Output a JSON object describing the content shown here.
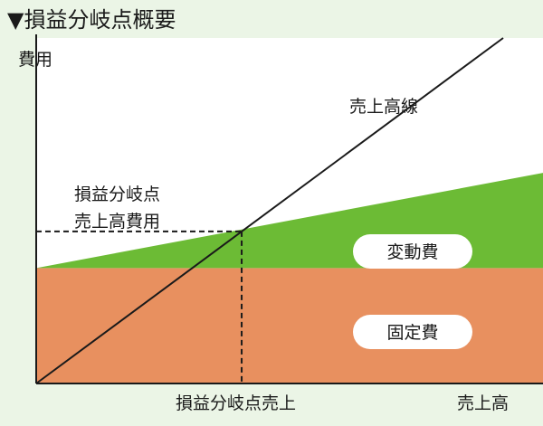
{
  "title": "▼損益分岐点概要",
  "chart_data": {
    "type": "line",
    "title": "▼損益分岐点概要",
    "ylabel": "費用",
    "xlabel": "売上高",
    "xlim": [
      0,
      100
    ],
    "ylim": [
      0,
      100
    ],
    "grid": false,
    "series": [
      {
        "name": "売上高線",
        "x": [
          0,
          100
        ],
        "y": [
          0,
          100
        ]
      },
      {
        "name": "固定費",
        "x": [
          0,
          100
        ],
        "y": [
          33.4,
          33.4
        ]
      },
      {
        "name": "変動費",
        "x": [
          0,
          100
        ],
        "y": [
          33.4,
          58.8
        ]
      }
    ],
    "break_even": {
      "x": 44.0,
      "y": 44.0,
      "label_lines": [
        "損益分岐点",
        "売上高費用"
      ],
      "x_label": "損益分岐点売上"
    },
    "area_labels": {
      "variable_cost": "変動費",
      "fixed_cost": "固定費"
    },
    "colors": {
      "background": "#ebf5e6",
      "plot_bg": "#ffffff",
      "fixed_cost": "#e8905f",
      "variable_cost": "#6cbb35",
      "line": "#1a1a1a"
    }
  }
}
